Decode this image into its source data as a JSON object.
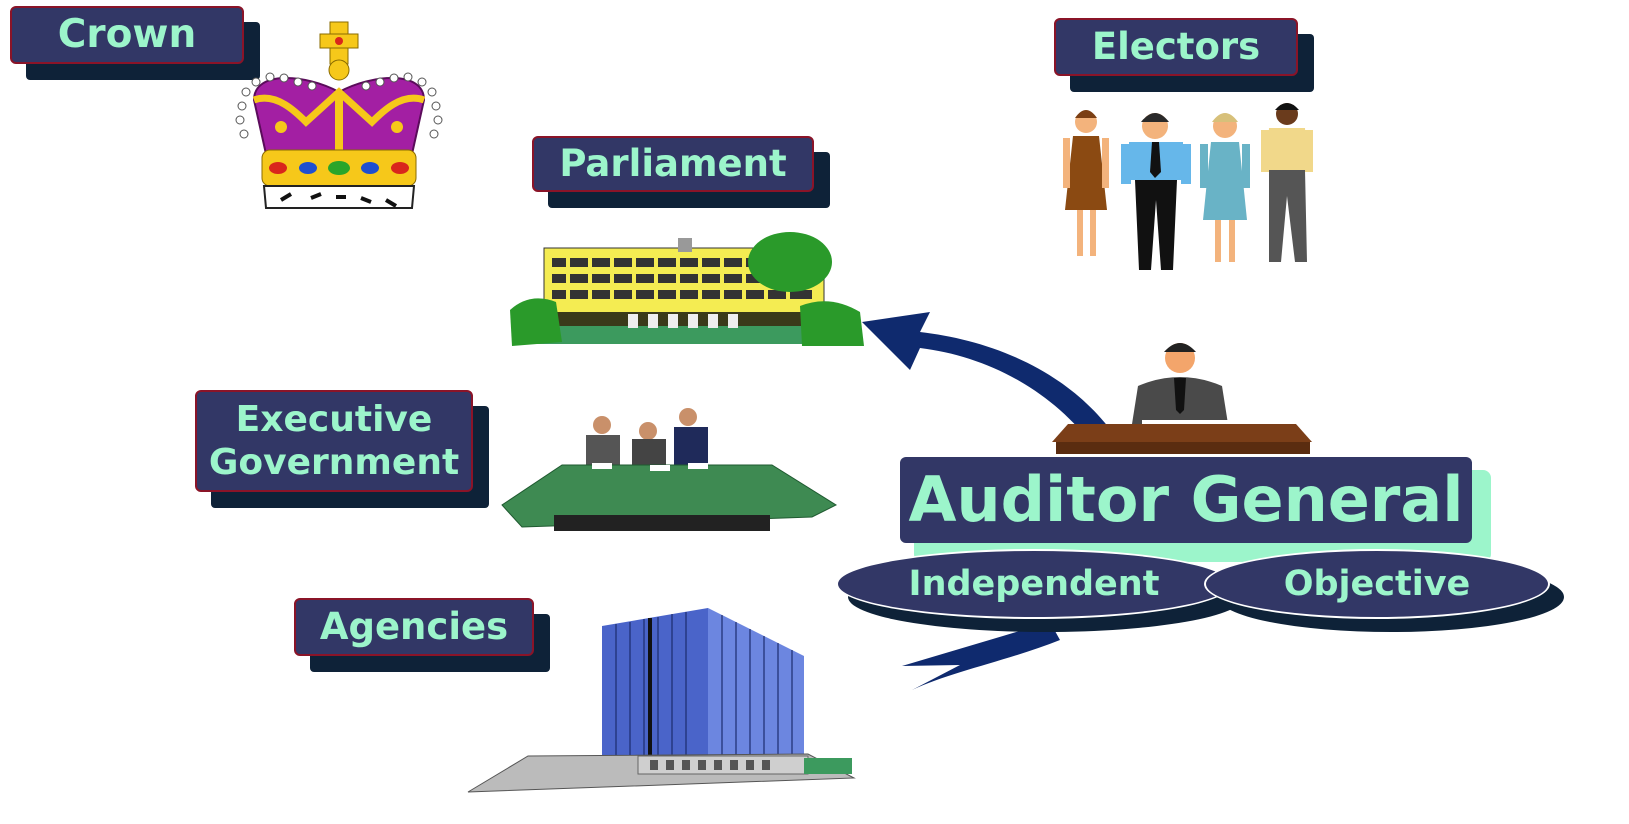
{
  "labels": {
    "crown": "Crown",
    "electors": "Electors",
    "parliament": "Parliament",
    "executive_line1": "Executive",
    "executive_line2": "Government",
    "agencies": "Agencies",
    "auditor": "Auditor General",
    "independent": "Independent",
    "objective": "Objective"
  },
  "icons": [
    "crown-icon",
    "electors-icon",
    "parliament-building-icon",
    "cabinet-table-icon",
    "agency-office-building-icon",
    "auditor-at-desk-icon"
  ],
  "colors": {
    "label_fill": "#323766",
    "label_border": "#8a1428",
    "label_text": "#9cf5cb",
    "label_shadow": "#0e2238",
    "auditor_glow": "#9cf5cb",
    "arrow": "#0f2a6e"
  }
}
